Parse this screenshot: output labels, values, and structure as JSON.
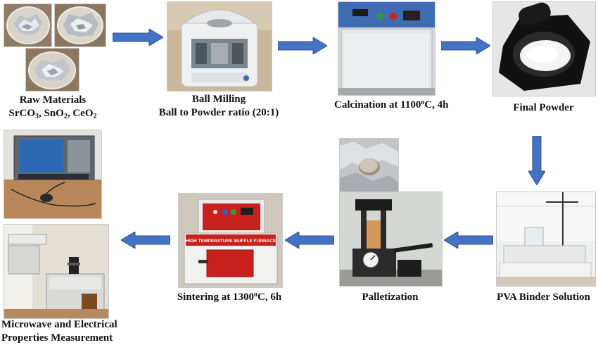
{
  "steps": {
    "raw_materials": {
      "title": "Raw Materials",
      "formula": [
        "SrCO",
        "3",
        ", SnO",
        "2",
        ", CeO",
        "2"
      ]
    },
    "ball_milling": {
      "title": "Ball Milling",
      "subtitle": "Ball to Powder ratio (20:1)"
    },
    "calcination": {
      "text_pre": "Calcination at 1100",
      "sup": "o",
      "text_post": "C, 4h"
    },
    "final_powder": {
      "title": "Final Powder"
    },
    "pva_binder": {
      "title": "PVA Binder Solution"
    },
    "palletization": {
      "title": "Palletization"
    },
    "sintering": {
      "text_pre": "Sintering at 1300",
      "sup": "o",
      "text_post": "C, 6h"
    },
    "measurement": {
      "line1": "Microwave and Electrical",
      "line2": "Properties Measurement"
    }
  },
  "furnace_sign": "HIGH TEMPERATURE MUFFLE FURNACE",
  "colors": {
    "arrow": "#4472c4",
    "arrow_edge": "#2f528f",
    "furnace_red": "#c8201c"
  }
}
